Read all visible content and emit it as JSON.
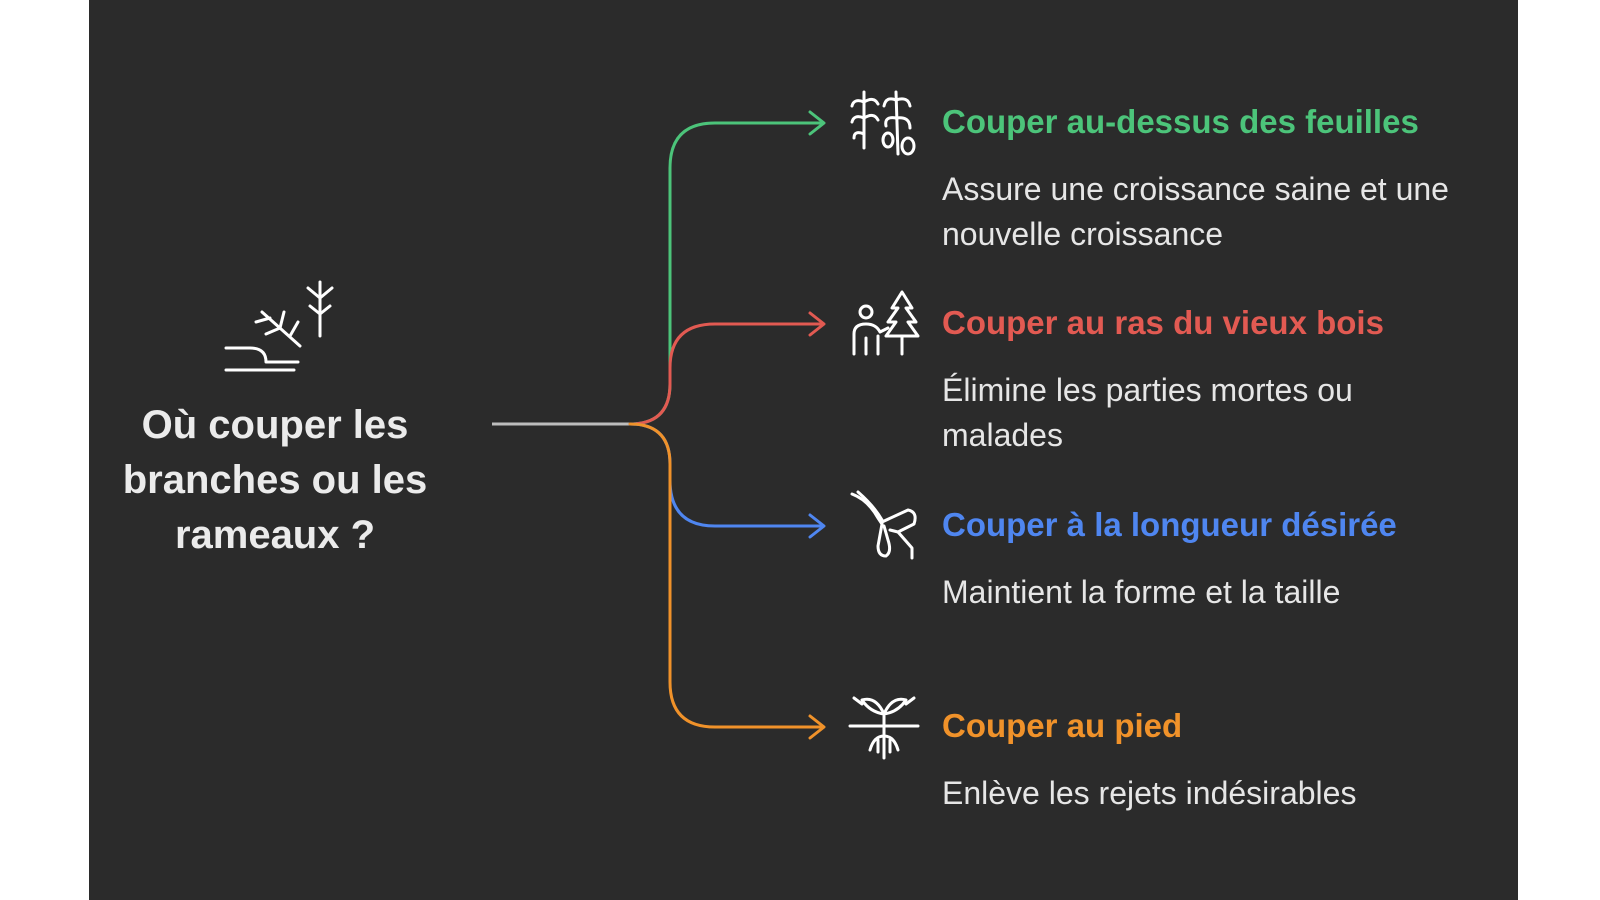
{
  "root": {
    "title": "Où couper les branches ou les rameaux ?",
    "icon": "pruned-branches-icon"
  },
  "branches": [
    {
      "title": "Couper au-dessus des feuilles",
      "description": "Assure une croissance saine et une nouvelle croissance",
      "color": "#4cc47a",
      "icon": "leafy-stems-icon"
    },
    {
      "title": "Couper au ras du vieux bois",
      "description": "Élimine les parties mortes ou malades",
      "color": "#e25a52",
      "icon": "gardener-tree-icon"
    },
    {
      "title": "Couper à la longueur désirée",
      "description": "Maintient la forme et la taille",
      "color": "#4f86f0",
      "icon": "pruning-shears-icon"
    },
    {
      "title": "Couper au pied",
      "description": "Enlève les rejets indésirables",
      "color": "#f0922a",
      "icon": "sprout-roots-icon"
    }
  ],
  "colors": {
    "background": "#2b2b2b",
    "trunk": "#bdbdbd",
    "text": "#ebebeb"
  }
}
